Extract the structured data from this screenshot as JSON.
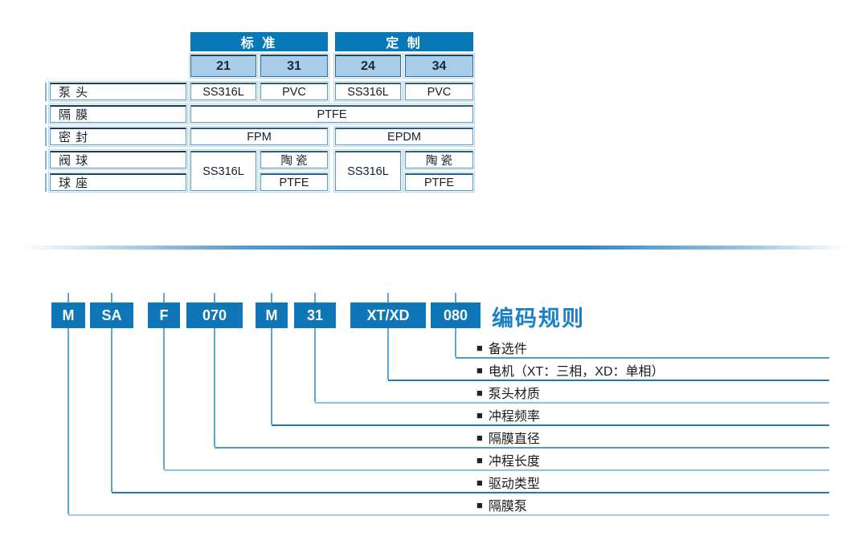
{
  "table": {
    "groups": {
      "standard": "标 准",
      "custom": "定 制"
    },
    "codes": {
      "c21": "21",
      "c31": "31",
      "c24": "24",
      "c34": "34"
    },
    "labels": {
      "pump_head": "泵 头",
      "diaphragm": "隔 膜",
      "seal": "密 封",
      "valve_ball": "阀 球",
      "ball_seat": "球 座"
    },
    "values": {
      "pump_head_21": "SS316L",
      "pump_head_31": "PVC",
      "pump_head_24": "SS316L",
      "pump_head_34": "PVC",
      "diaphragm_all": "PTFE",
      "seal_standard": "FPM",
      "seal_custom": "EPDM",
      "valve_std_metal": "SS316L",
      "valve_std_ceramic": "陶 瓷",
      "seat_std": "PTFE",
      "valve_cus_metal": "SS316L",
      "valve_cus_ceramic": "陶 瓷",
      "seat_cus": "PTFE"
    }
  },
  "coding": {
    "title": "编码规则",
    "segments": [
      "M",
      "SA",
      "F",
      "070",
      "M",
      "31",
      "XT/XD",
      "080"
    ],
    "bullet": "■",
    "legend": [
      "备选件",
      "电机（XT：三相，XD：单相）",
      "泵头材质",
      "冲程频率",
      "隔膜直径",
      "冲程长度",
      "驱动类型",
      "隔膜泵"
    ]
  },
  "colors": {
    "header_blue": "#0878b6",
    "light_cell_blue": "#a9cde9",
    "code_box_blue": "#0f76b8",
    "title_blue": "#1b80c4",
    "connector_blue": "#3388c8",
    "cell_border_blue": "#4e9ed6",
    "text_dark": "#14202e"
  }
}
